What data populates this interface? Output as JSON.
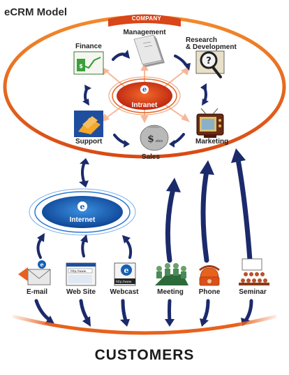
{
  "title": "eCRM Model",
  "company_label": "COMPANY",
  "customers_label": "CUSTOMERS",
  "departments": {
    "management": "Management",
    "research": "Research",
    "development": "& Development",
    "finance": "Finance",
    "intranet": "Intranet",
    "support": "Support",
    "sales": "Sales",
    "marketing": "Marketing"
  },
  "internet_label": "Internet",
  "channels": {
    "email": "E-mail",
    "website": "Web Site",
    "webcast": "Webcast",
    "meeting": "Meeting",
    "phone": "Phone",
    "seminar": "Seminar"
  },
  "colors": {
    "ring_orange": "#e8611d",
    "arrow_navy": "#1b2a6b",
    "intranet_red": "#d8351d",
    "internet_blue": "#1560b5"
  }
}
